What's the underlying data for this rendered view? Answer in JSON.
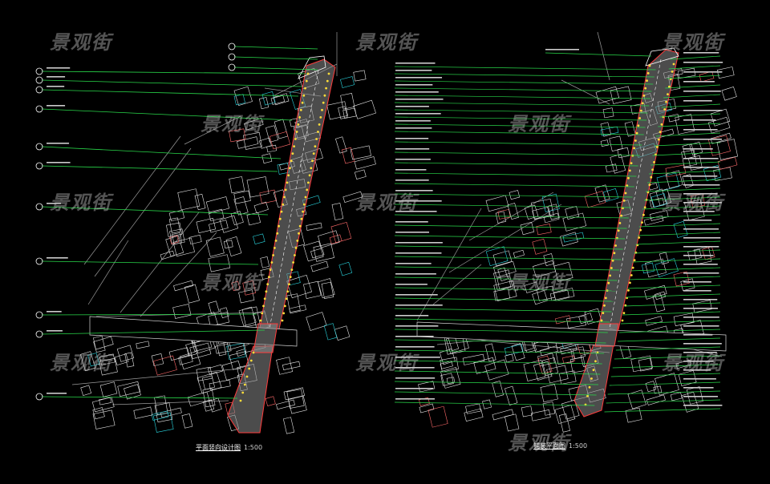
{
  "watermark": "景观街",
  "left_plan": {
    "title": "平面竖向设计图",
    "scale": "1:500"
  },
  "right_plan": {
    "title": "铺装平面图",
    "scale": "1:500"
  },
  "colors": {
    "background": "#000000",
    "leader": "#29d84a",
    "road": "#8a8a8a",
    "building": "#e6e6e6",
    "kerb": "#ff3b3b",
    "tree": "#ffde3a",
    "cyan": "#2ad6e0"
  }
}
